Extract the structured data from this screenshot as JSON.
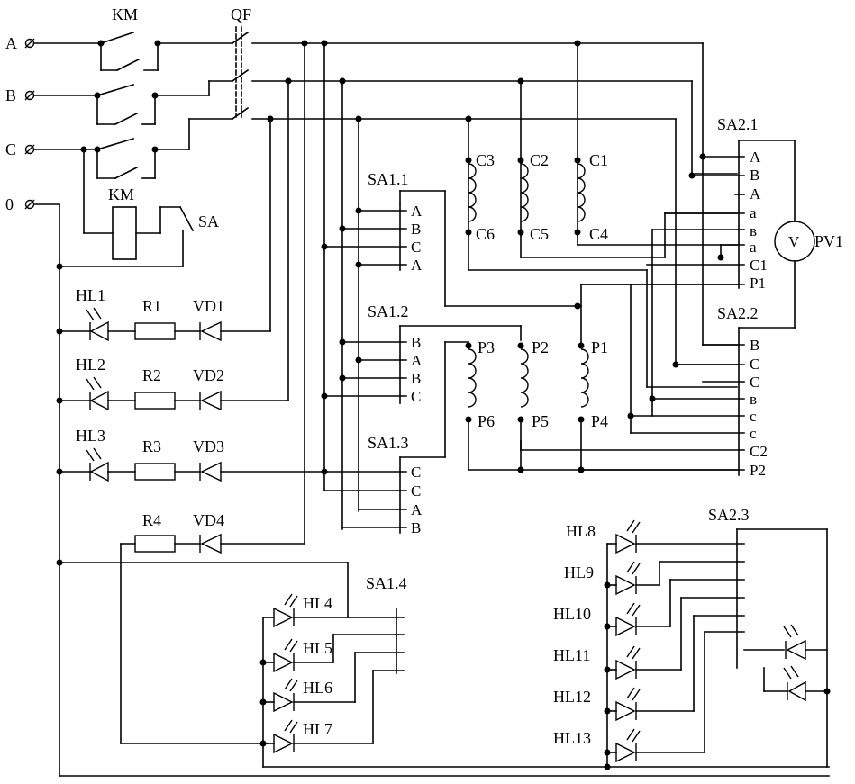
{
  "terminals": {
    "a": "A",
    "b": "B",
    "c": "C",
    "n": "0"
  },
  "labels": {
    "km_top": "KM",
    "qf": "QF",
    "km_coil": "KM",
    "sa": "SA",
    "sa11": "SA1.1",
    "sa12": "SA1.2",
    "sa13": "SA1.3",
    "sa14": "SA1.4",
    "sa21": "SA2.1",
    "sa22": "SA2.2",
    "sa23": "SA2.3",
    "pv1": "PV1",
    "v": "V",
    "hl1": "HL1",
    "hl2": "HL2",
    "hl3": "HL3",
    "hl4": "HL4",
    "hl5": "HL5",
    "hl6": "HL6",
    "hl7": "HL7",
    "hl8": "HL8",
    "hl9": "HL9",
    "hl10": "HL10",
    "hl11": "HL11",
    "hl12": "HL12",
    "hl13": "HL13",
    "r1": "R1",
    "r2": "R2",
    "r3": "R3",
    "r4": "R4",
    "vd1": "VD1",
    "vd2": "VD2",
    "vd3": "VD3",
    "vd4": "VD4",
    "c1": "C1",
    "c2": "C2",
    "c3": "C3",
    "c4": "C4",
    "c5": "C5",
    "c6": "C6",
    "p1": "P1",
    "p2": "P2",
    "p3": "P3",
    "p4": "P4",
    "p5": "P5",
    "p6": "P6"
  },
  "switch_contacts": {
    "sa11": [
      "A",
      "B",
      "C",
      "A"
    ],
    "sa12": [
      "B",
      "A",
      "B",
      "C"
    ],
    "sa13": [
      "C",
      "C",
      "A",
      "B"
    ],
    "sa21": [
      "A",
      "B",
      "A",
      "а",
      "в",
      "а",
      "C1",
      "P1"
    ],
    "sa22": [
      "B",
      "C",
      "C",
      "в",
      "с",
      "с",
      "C2",
      "P2"
    ]
  }
}
